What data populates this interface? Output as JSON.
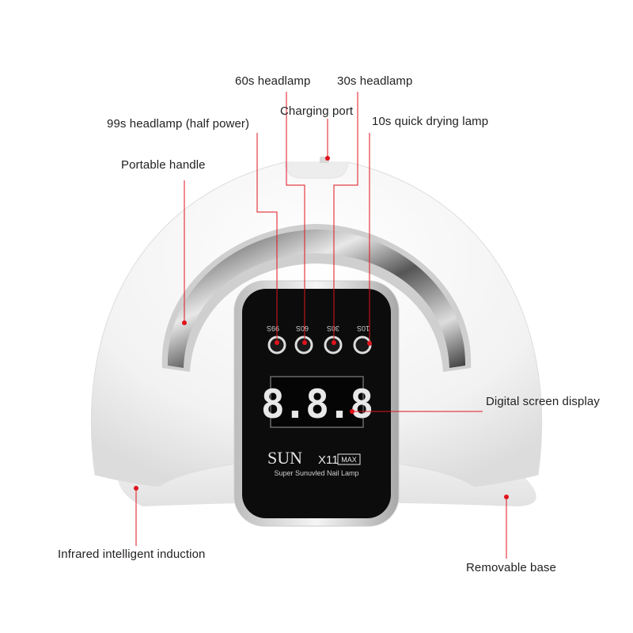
{
  "labels": {
    "headlamp_60s": "60s headlamp",
    "headlamp_30s": "30s headlamp",
    "charging_port": "Charging port",
    "headlamp_99s": "99s headlamp (half power)",
    "quick_drying_10s": "10s quick drying lamp",
    "portable_handle": "Portable handle",
    "digital_screen": "Digital screen display",
    "infrared_induction": "Infrared intelligent induction",
    "removable_base": "Removable base"
  },
  "panel": {
    "button_labels": [
      "99S",
      "60S",
      "30S",
      "10S"
    ],
    "display_digits": "8.8.8",
    "brand": "SUN",
    "model": "X11",
    "model_badge": "MAX",
    "tagline": "Super Sunuvled Nail Lamp"
  },
  "colors": {
    "leader_line": "#e0131b",
    "lamp_body": "#f4f4f4",
    "panel": "#0c0c0c",
    "display_digits": "#e8e8e8"
  }
}
